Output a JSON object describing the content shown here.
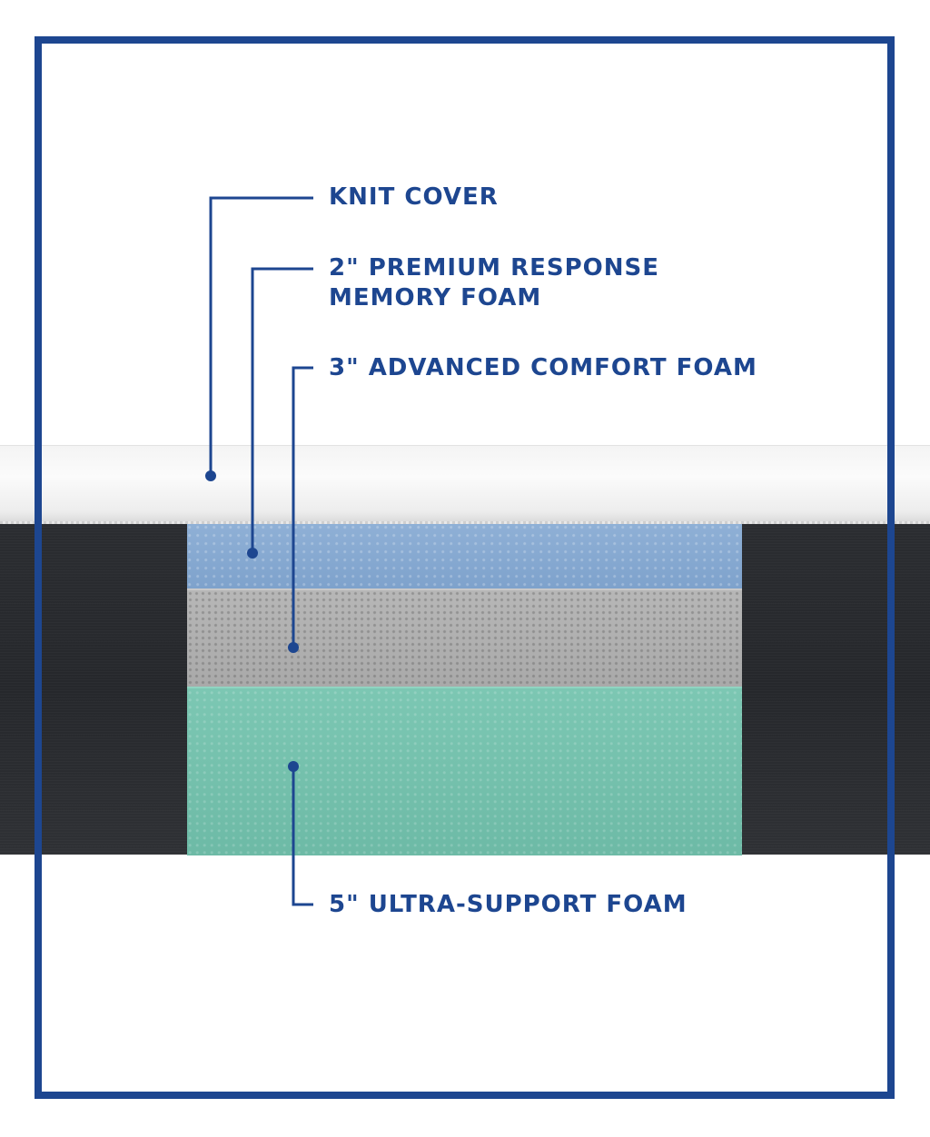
{
  "layers": [
    {
      "label_line1": "KNIT COVER",
      "label_line2": ""
    },
    {
      "label_line1": "2\" PREMIUM RESPONSE",
      "label_line2": "MEMORY FOAM"
    },
    {
      "label_line1": "3\" ADVANCED COMFORT FOAM",
      "label_line2": ""
    },
    {
      "label_line1": "5\" ULTRA-SUPPORT FOAM",
      "label_line2": ""
    }
  ],
  "colors": {
    "accent": "#1d4690",
    "cover": "#f6f6f6",
    "shell": "#2b2d31",
    "memory_foam": "#8fb0d6",
    "comfort_foam": "#b2b2b2",
    "support_foam": "#78c2ae"
  }
}
